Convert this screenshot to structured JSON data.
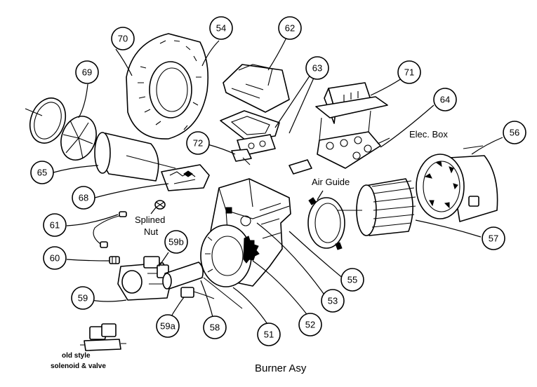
{
  "caption": "Burner Asy",
  "callouts": {
    "c70": "70",
    "c54": "54",
    "c62": "62",
    "c63": "63",
    "c71": "71",
    "c69": "69",
    "c64": "64",
    "c56": "56",
    "c72": "72",
    "c65": "65",
    "c68": "68",
    "c61": "61",
    "c59b": "59b",
    "c57": "57",
    "c60": "60",
    "c55": "55",
    "c53": "53",
    "c59": "59",
    "c52": "52",
    "c59a": "59a",
    "c58": "58",
    "c51": "51"
  },
  "labels": {
    "elec_box": "Elec. Box",
    "air_guide": "Air Guide",
    "splined_line1": "Splined",
    "splined_line2": "Nut",
    "old_style_line1": "old style",
    "old_style_line2": "solenoid & valve"
  }
}
